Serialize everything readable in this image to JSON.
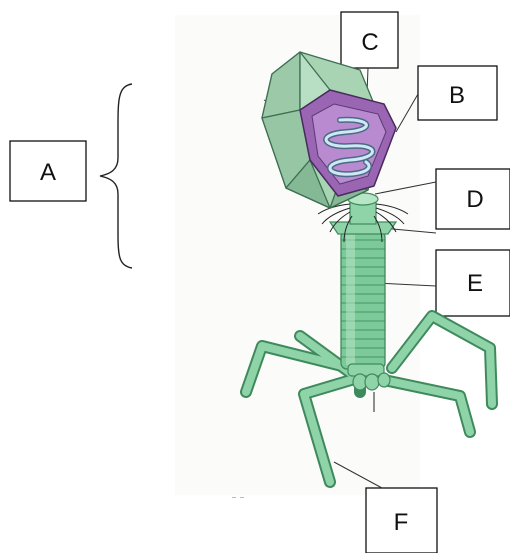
{
  "labels": {
    "a": "A",
    "b": "B",
    "c": "C",
    "d": "D",
    "e": "E",
    "f": "F"
  },
  "colors": {
    "capsid_fill": "#a8d4b4",
    "capsid_dark": "#6fae86",
    "capsid_stroke": "#3d6f52",
    "dna_face": "#9a66b4",
    "dna_face_inner": "#b98ad0",
    "dna_strand": "#cfe8f4",
    "tail": "#7cc99a",
    "tail_stroke": "#3f8a5c",
    "fiber": "#8fd4a8",
    "fiber_stroke": "#3f8a5c",
    "line": "#222222"
  }
}
